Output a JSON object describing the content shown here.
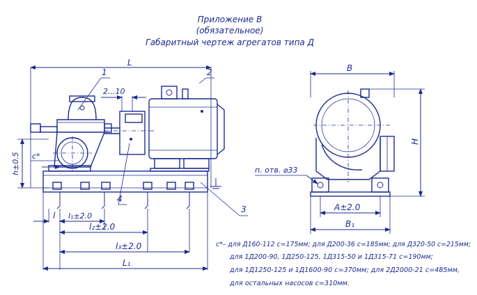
{
  "header": {
    "line1": "Приложение В",
    "line2": "(обязательное)",
    "line3": "Габаритный чертеж агрегатов типа Д"
  },
  "side_view": {
    "dim_L": "L",
    "dim_L1": "L₁",
    "dim_l": "l",
    "dim_l1": "l₁±2.0",
    "dim_l2": "l₂±2.0",
    "dim_l3": "l₃±2.0",
    "dim_h": "h±0.5",
    "dim_c": "c*",
    "dim_gap": "2...10",
    "callout_1": "1",
    "callout_2": "2",
    "callout_3": "3",
    "callout_4": "4"
  },
  "end_view": {
    "dim_B": "B",
    "dim_B1": "B₁",
    "dim_A": "A±2.0",
    "dim_H": "H",
    "holes_label": "п. отв. ⌀33"
  },
  "notes": {
    "line1": "с*– для Д160-112 с=175мм; для Д200-36 с=185мм; для Д320-50 с=215мм;",
    "line2": "для 1Д200-90, 1Д250-125, 1Д315-50 и 1Д315-71 с=190мм;",
    "line3": "для 1Д1250-125 и 1Д1600-90 с=370мм; для 2Д2000-21 с=485мм,",
    "line4": "для остальных насосов с=310мм."
  }
}
